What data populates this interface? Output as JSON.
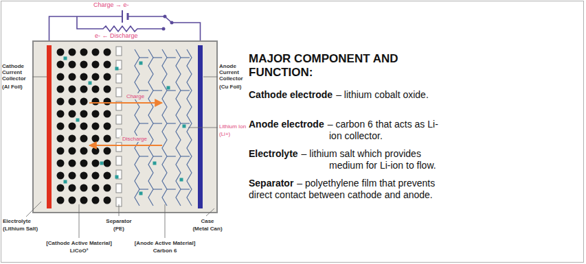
{
  "diagram": {
    "title": "MAJOR COMPONENT AND FUNCTION:",
    "labels": [
      "Charge → e-",
      "e- ← Discharge",
      "Cathode Current Collector",
      "(Al Foil)",
      "Anode Current Collector",
      "(Cu Foil)",
      "Charge",
      "Discharge",
      "Lithium Ion",
      "(Li+)",
      "Electrolyte",
      "(Lithium Salt)",
      "Separator",
      "(PE)",
      "Case",
      "(Metal Can)",
      "[Cathode Active Material]",
      "LiCoO²",
      "[Anode Active Material]",
      "Carbon 6",
      "Cathode electrode",
      "– lithium cobalt oxide.",
      "Anode electrode",
      "– carbon 6 that acts as Li-ion collector.",
      "Electrolyte",
      "– lithium salt which provides medium for Li-ion to flow.",
      "Separator",
      "– polyethylene film that prevents direct contact between cathode and anode."
    ]
  }
}
